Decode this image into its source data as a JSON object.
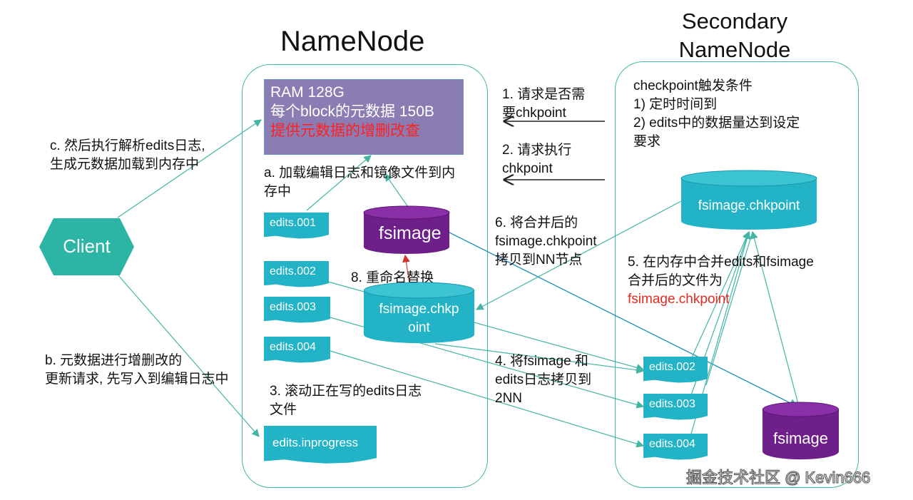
{
  "titles": {
    "namenode": "NameNode",
    "secondary_line1": "Secondary",
    "secondary_line2": "NameNode"
  },
  "client": {
    "label": "Client"
  },
  "ram_box": {
    "line1": "RAM 128G",
    "line2": "每个block的元数据 150B",
    "line3": "提供元数据的增删改查"
  },
  "namenode_files": {
    "edits001": "edits.001",
    "edits002": "edits.002",
    "edits003": "edits.003",
    "edits004": "edits.004",
    "inprogress": "edits.inprogress",
    "fsimage": "fsimage",
    "fsimage_chk_line1": "fsimage.chkp",
    "fsimage_chk_line2": "oint"
  },
  "secondary_files": {
    "fsimage_chk": "fsimage.chkpoint",
    "edits002": "edits.002",
    "edits003": "edits.003",
    "edits004": "edits.004",
    "fsimage": "fsimage"
  },
  "steps": {
    "c_line1": "c. 然后执行解析edits日志,",
    "c_line2": "生成元数据加载到内存中",
    "b_line1": "b. 元数据进行增删改的",
    "b_line2": "更新请求, 先写入到编辑日志中",
    "a_line1": "a. 加载编辑日志和镜像文件到内",
    "a_line2": "存中",
    "s1_line1": "1. 请求是否需",
    "s1_line2": "要chkpoint",
    "s2_line1": "2. 请求执行",
    "s2_line2": "chkpoint",
    "s3_line1": "3. 滚动正在写的edits日志",
    "s3_line2": "文件",
    "s4_line1": "4. 将fsimage 和",
    "s4_line2": "edits日志拷贝到",
    "s4_line3": "2NN",
    "s5_line1": "5. 在内存中合并edits和fsimage",
    "s5_line2": "合并后的文件为",
    "s5_line3": "fsimage.chkpoint",
    "s6_line1": "6. 将合并后的",
    "s6_line2": "fsimage.chkpoint",
    "s6_line3": "拷贝到NN节点",
    "s8": "8. 重命名替换"
  },
  "trigger": {
    "title": "checkpoint触发条件",
    "item1": "1) 定时时间到",
    "item2": "2) edits中的数据量达到设定",
    "item3": "要求"
  },
  "watermark": "掘金技术社区 @ Kevin666",
  "colors": {
    "teal": "#2cb5a4",
    "cyan": "#23b3c6",
    "purple": "#6f1f8a",
    "ram_bg": "#8a7db3",
    "red": "#e52a1f",
    "line": "#43b5a4"
  }
}
